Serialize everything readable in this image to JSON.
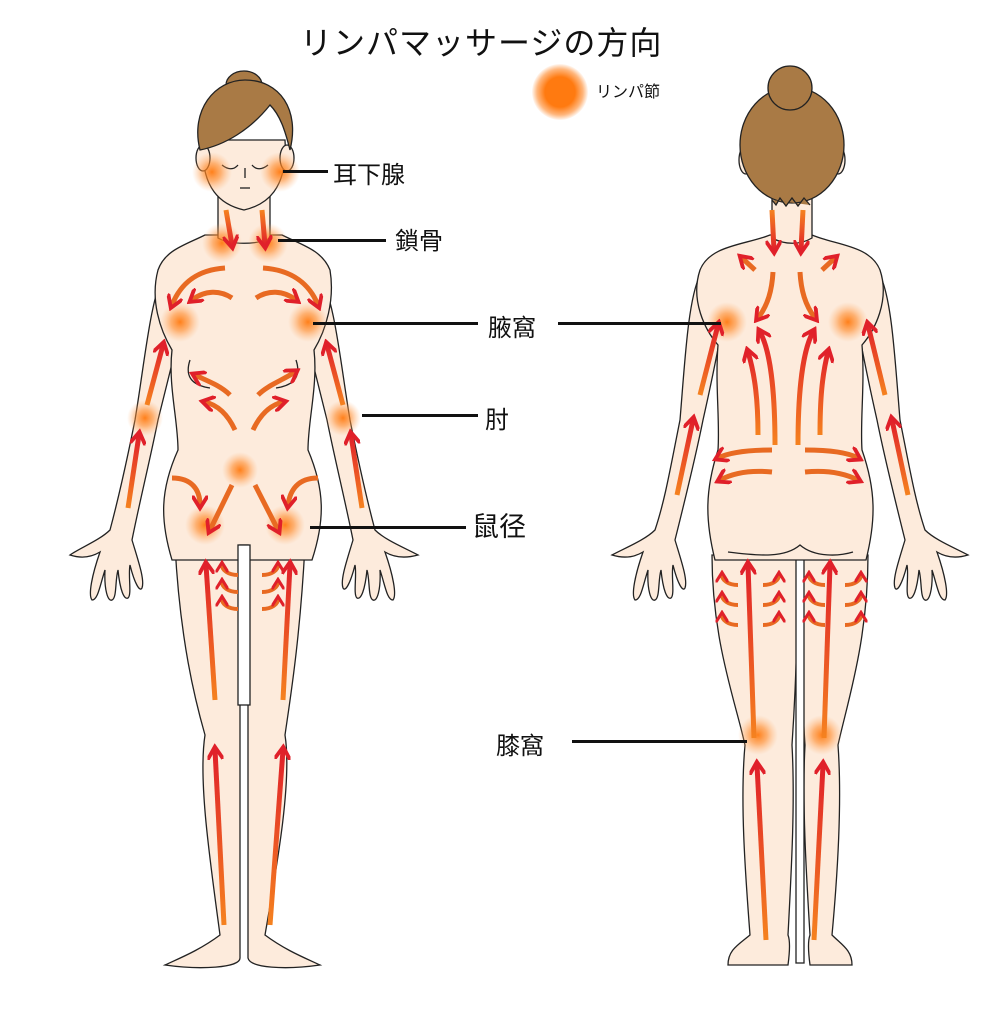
{
  "title": "リンパマッサージの方向",
  "legend": {
    "icon": "lymph-node-dot-icon",
    "label": "リンパ節",
    "color": "#ff7a10"
  },
  "figures": {
    "front": {
      "view": "front",
      "name": "front-body-figure"
    },
    "back": {
      "view": "back",
      "name": "back-body-figure"
    }
  },
  "labels": {
    "parotid": "耳下腺",
    "clavicle": "鎖骨",
    "axilla": "腋窩",
    "elbow": "肘",
    "groin": "鼠径",
    "popliteal": "膝窩"
  },
  "colors": {
    "skin": "#fdebdc",
    "outline": "#222222",
    "hair": "#a97a45",
    "arrow_red": "#e0202a",
    "arrow_orange": "#f5821f",
    "node": "#ff7a10"
  }
}
